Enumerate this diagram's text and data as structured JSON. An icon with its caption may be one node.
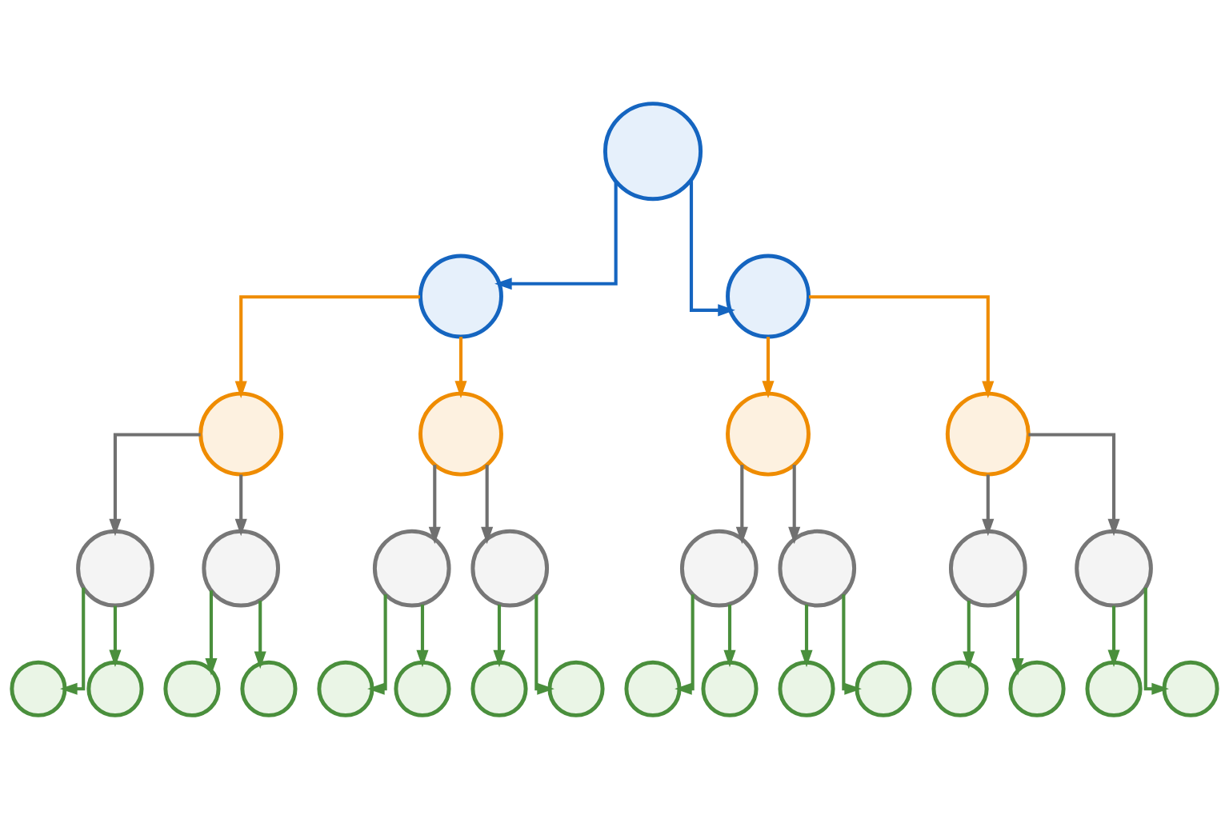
{
  "diagram": {
    "nodes": [
      {
        "text": [],
        "shape": "circle"
      },
      {
        "text": [],
        "shape": "circle"
      },
      {
        "text": [],
        "shape": "circle"
      },
      {
        "text": [],
        "shape": "circle"
      },
      {
        "text": [],
        "shape": "circle"
      },
      {
        "text": [],
        "shape": "circle"
      },
      {
        "text": [],
        "shape": "circle"
      },
      {
        "text": [],
        "shape": "circle"
      },
      {
        "text": [],
        "shape": "circle"
      },
      {
        "text": [],
        "shape": "circle"
      },
      {
        "text": [],
        "shape": "circle"
      },
      {
        "text": [],
        "shape": "circle"
      },
      {
        "text": [],
        "shape": "circle"
      },
      {
        "text": [],
        "shape": "circle"
      },
      {
        "text": [],
        "shape": "circle"
      },
      {
        "text": [],
        "shape": "circle"
      },
      {
        "text": [],
        "shape": "circle"
      },
      {
        "text": [],
        "shape": "circle"
      },
      {
        "text": [],
        "shape": "circle"
      },
      {
        "text": [],
        "shape": "circle"
      },
      {
        "text": [],
        "shape": "circle"
      },
      {
        "text": [],
        "shape": "circle"
      },
      {
        "text": [],
        "shape": "circle"
      },
      {
        "text": [],
        "shape": "circle"
      },
      {
        "text": [],
        "shape": "circle"
      },
      {
        "text": [],
        "shape": "circle"
      },
      {
        "text": [],
        "shape": "circle"
      },
      {
        "text": [],
        "shape": "circle"
      },
      {
        "text": [],
        "shape": "circle"
      },
      {
        "text": [],
        "shape": "circle"
      },
      {
        "text": [],
        "shape": "circle"
      }
    ],
    "edges": [
      {
        "from": 0,
        "to": 1,
        "arrow": "to",
        "color": "#1565c0"
      },
      {
        "from": 0,
        "to": 2,
        "arrow": "to",
        "color": "#1565c0"
      },
      {
        "from": 1,
        "to": 3,
        "arrow": "to",
        "color": "#ef8c00"
      },
      {
        "from": 1,
        "to": 4,
        "arrow": "to",
        "color": "#ef8c00"
      },
      {
        "from": 2,
        "to": 5,
        "arrow": "to",
        "color": "#ef8c00"
      },
      {
        "from": 2,
        "to": 6,
        "arrow": "to",
        "color": "#ef8c00"
      },
      {
        "from": 3,
        "to": 7,
        "arrow": "to",
        "color": "#707070"
      },
      {
        "from": 3,
        "to": 8,
        "arrow": "to",
        "color": "#707070"
      },
      {
        "from": 4,
        "to": 9,
        "arrow": "to",
        "color": "#707070"
      },
      {
        "from": 4,
        "to": 10,
        "arrow": "to",
        "color": "#707070"
      },
      {
        "from": 5,
        "to": 11,
        "arrow": "to",
        "color": "#707070"
      },
      {
        "from": 5,
        "to": 12,
        "arrow": "to",
        "color": "#707070"
      },
      {
        "from": 6,
        "to": 13,
        "arrow": "to",
        "color": "#707070"
      },
      {
        "from": 6,
        "to": 14,
        "arrow": "to",
        "color": "#707070"
      },
      {
        "from": 7,
        "to": 15,
        "arrow": "to"
      },
      {
        "from": 7,
        "to": 16,
        "arrow": "to"
      },
      {
        "from": 8,
        "to": 17,
        "arrow": "to"
      },
      {
        "from": 8,
        "to": 18,
        "arrow": "to"
      },
      {
        "from": 9,
        "to": 19,
        "arrow": "to"
      },
      {
        "from": 9,
        "to": 20,
        "arrow": "to"
      },
      {
        "from": 10,
        "to": 21,
        "arrow": "to"
      },
      {
        "from": 10,
        "to": 22,
        "arrow": "to"
      },
      {
        "from": 11,
        "to": 23,
        "arrow": "to"
      },
      {
        "from": 11,
        "to": 24,
        "arrow": "to"
      },
      {
        "from": 12,
        "to": 25,
        "arrow": "to"
      },
      {
        "from": 12,
        "to": 26,
        "arrow": "to"
      },
      {
        "from": 13,
        "to": 27,
        "arrow": "to"
      },
      {
        "from": 13,
        "to": 28,
        "arrow": "to"
      },
      {
        "from": 14,
        "to": 29,
        "arrow": "to"
      },
      {
        "from": 14,
        "to": 30,
        "arrow": "to"
      }
    ]
  }
}
